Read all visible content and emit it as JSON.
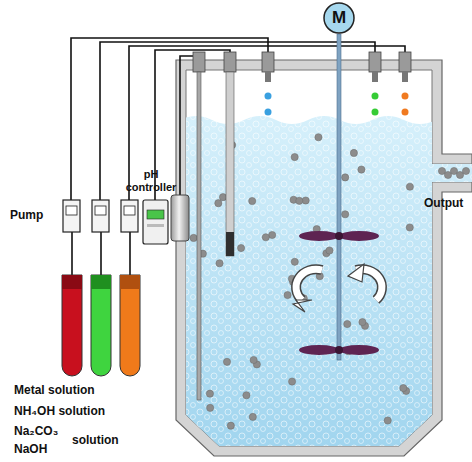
{
  "diagram": {
    "nodes": [
      {
        "text": [
          "M"
        ]
      }
    ],
    "labels": [
      "Pump",
      "pH controller",
      "Output",
      "Metal solution",
      "NH₄OH solution",
      "Na₂CO₃",
      "NaOH",
      "solution"
    ]
  }
}
